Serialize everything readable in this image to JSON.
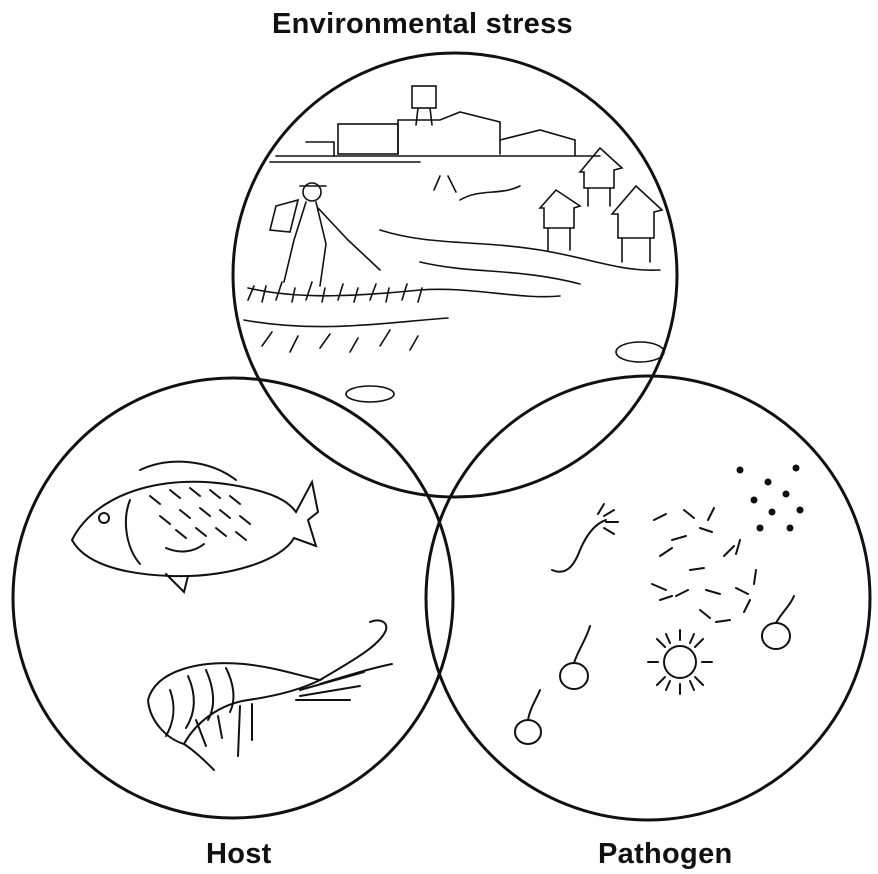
{
  "labels": {
    "environment": "Environmental stress",
    "host": "Host",
    "pathogen": "Pathogen"
  },
  "colors": {
    "ink": "#111111",
    "background": "#ffffff"
  }
}
